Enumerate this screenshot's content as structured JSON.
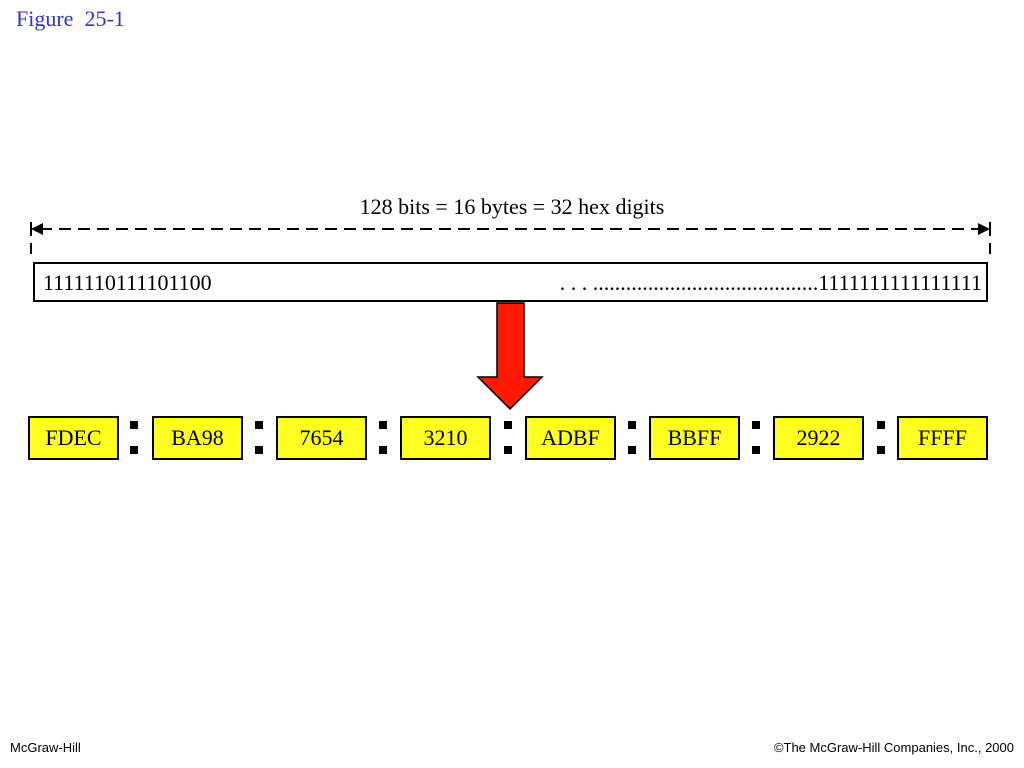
{
  "title": "Figure  25-1",
  "span_label": "128 bits = 16 bytes = 32 hex digits",
  "bits": {
    "left": "1111110111101100",
    "right": ". . . .........................................1111111111111111"
  },
  "hex_groups": [
    "FDEC",
    "BA98",
    "7654",
    "3210",
    "ADBF",
    "BBFF",
    "2922",
    "FFFF"
  ],
  "colors": {
    "title": "#3333cc",
    "hex_box_fill": "#ffff22",
    "arrow_fill": "#ff1a00"
  },
  "footer": {
    "left": "McGraw-Hill",
    "right": "©The McGraw-Hill Companies, Inc., 2000"
  }
}
